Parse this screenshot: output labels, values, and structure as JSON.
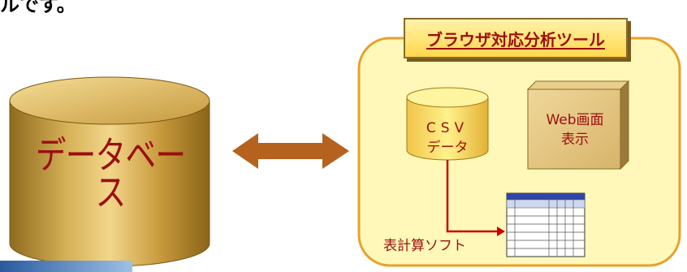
{
  "heading": {
    "text": "ルです。"
  },
  "database": {
    "label": "データベース"
  },
  "tool": {
    "title": "ブラウザ対応分析ツール",
    "csv": {
      "line1": "CSV",
      "line2": "データ"
    },
    "web": {
      "line1": "Web画面",
      "line2": "表示"
    },
    "spreadsheet": {
      "label": "表計算ソフト"
    }
  },
  "colors": {
    "label_red": "#9b0f0f",
    "cylinder_gold": "#c69c3f",
    "panel_yellow": "#fff8b8",
    "panel_border": "#e8a12a",
    "arrow_brown": "#b4621e",
    "flow_red": "#cc0000",
    "table_header_blue": "#2f46a8"
  }
}
